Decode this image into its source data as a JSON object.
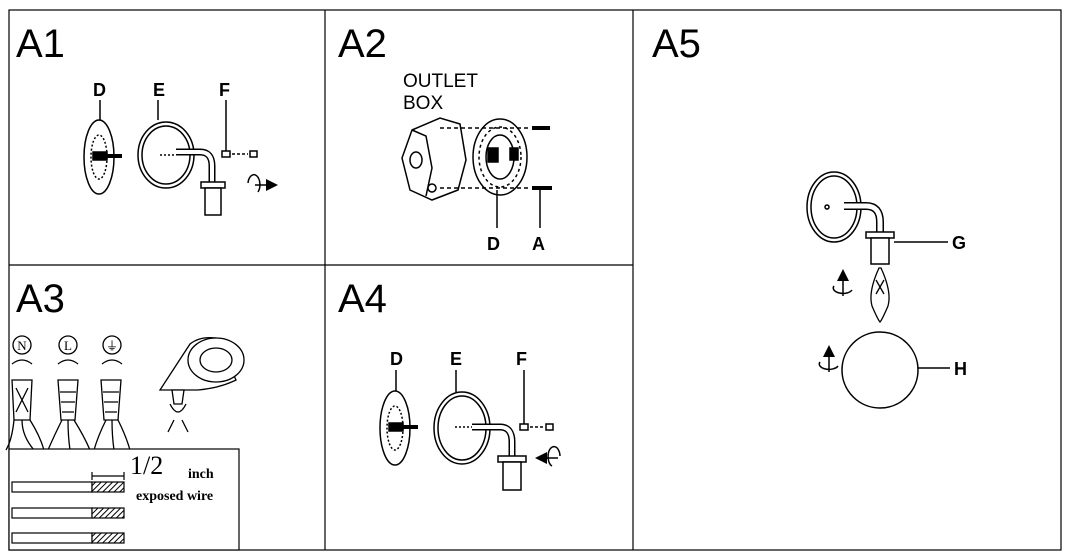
{
  "panels": {
    "a1": {
      "title": "A1",
      "labels": {
        "d": "D",
        "e": "E",
        "f": "F"
      }
    },
    "a2": {
      "title": "A2",
      "outlet_line1": "OUTLET",
      "outlet_line2": "BOX",
      "labels": {
        "d": "D",
        "a": "A"
      }
    },
    "a3": {
      "title": "A3",
      "symbols": {
        "neutral": "N",
        "live": "L",
        "ground": "⏚"
      },
      "fraction": "1/2",
      "unit": "inch",
      "caption": "exposed wire"
    },
    "a4": {
      "title": "A4",
      "labels": {
        "d": "D",
        "e": "E",
        "f": "F"
      }
    },
    "a5": {
      "title": "A5",
      "labels": {
        "g": "G",
        "h": "H"
      }
    }
  },
  "colors": {
    "line": "#000000",
    "background": "#ffffff"
  }
}
